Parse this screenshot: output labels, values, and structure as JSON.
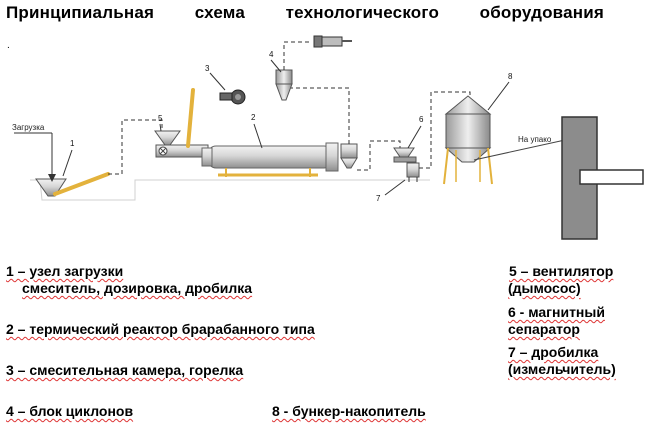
{
  "title": "Принципиальная схема технологического оборудования",
  "top_mark": ".",
  "diagram": {
    "labels": {
      "loading": "Загрузка",
      "to_packing": "На упако"
    },
    "numbers": [
      "1",
      "2",
      "3",
      "4",
      "5",
      "6",
      "7",
      "8"
    ]
  },
  "legend": {
    "item1_line1": "1 – узел загрузки",
    "item1_line2": "смеситель, дозировка, дробилка",
    "item2": "2 – термический реактор брарабанного типа",
    "item3": "3 – смесительная камера, горелка",
    "item4": "4 – блок  циклонов",
    "item8": "8 - бункер-накопитель",
    "item5_line1": "5 – вентилятор",
    "item5_line2": "(дымосос)",
    "item6_line1": "6 - магнитный",
    "item6_line2": "сепаратор",
    "item7_line1": "7 – дробилка",
    "item7_line2": "(измельчитель)"
  },
  "colors": {
    "conveyor": "#e3b23c",
    "equipment_fill": "#bfbfbf",
    "wall": "#8c8c8c",
    "spell_underline": "#d33"
  }
}
